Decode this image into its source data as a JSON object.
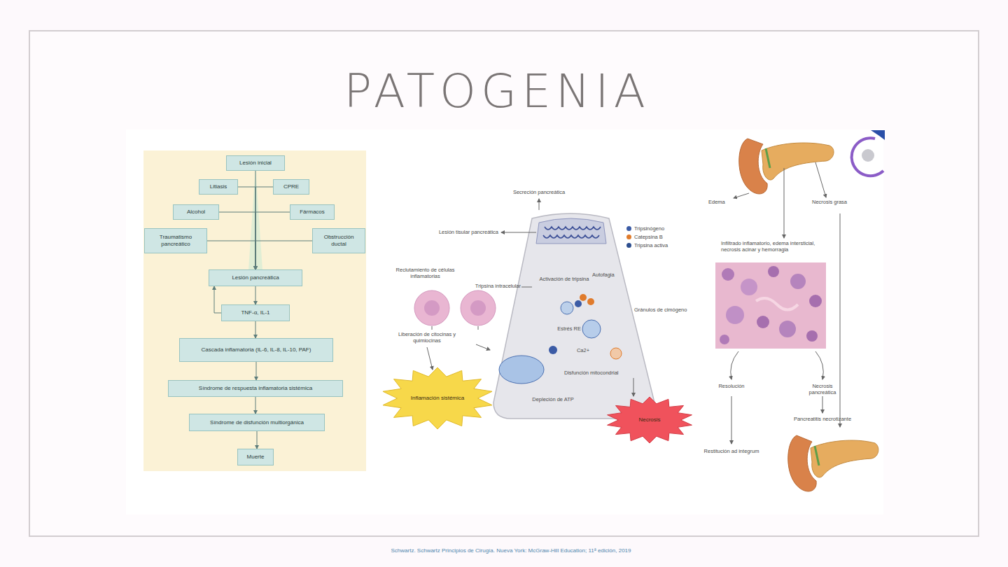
{
  "diagram": {
    "title": "PATOGENIA",
    "caption": "Schwartz. Schwartz Principios de Cirugía. Nueva York: McGraw-Hill Education; 11ª edición, 2019",
    "nodes": [
      {
        "text": [
          "Lesión inicial"
        ]
      },
      {
        "text": [
          "Litiasis"
        ]
      },
      {
        "text": [
          "CPRE"
        ]
      },
      {
        "text": [
          "Alcohol"
        ]
      },
      {
        "text": [
          "Fármacos"
        ]
      },
      {
        "text": [
          "Traumatismo pancreático"
        ]
      },
      {
        "text": [
          "Obstrucción ductal"
        ]
      },
      {
        "text": [
          "Lesión pancreática"
        ]
      },
      {
        "text": [
          "TNF-α, IL-1"
        ]
      },
      {
        "text": [
          "Cascada inflamatoria (IL-6, IL-8, IL-10, PAF)"
        ]
      },
      {
        "text": [
          "Síndrome de respuesta inflamatoria sistémica"
        ]
      },
      {
        "text": [
          "Síndrome de disfunción multiorgánica"
        ]
      },
      {
        "text": [
          "Muerte"
        ]
      },
      {
        "text": [
          "Inflamación sistémica"
        ]
      },
      {
        "text": [
          "Necrosis"
        ]
      }
    ],
    "edges": [
      {
        "from": 0,
        "to": 7,
        "arrow": "to"
      },
      {
        "from": 1,
        "to": 7,
        "arrow": "to"
      },
      {
        "from": 2,
        "to": 7,
        "arrow": "to"
      },
      {
        "from": 3,
        "to": 7,
        "arrow": "to"
      },
      {
        "from": 4,
        "to": 7,
        "arrow": "to"
      },
      {
        "from": 5,
        "to": 7,
        "arrow": "to"
      },
      {
        "from": 6,
        "to": 7,
        "arrow": "to"
      },
      {
        "from": 7,
        "to": 8,
        "arrow": "to"
      },
      {
        "from": 8,
        "to": 7,
        "arrow": "to"
      },
      {
        "from": 8,
        "to": 9,
        "arrow": "to"
      },
      {
        "from": 9,
        "to": 10,
        "arrow": "to"
      },
      {
        "from": 10,
        "to": 11,
        "arrow": "to"
      },
      {
        "from": 11,
        "to": 12,
        "arrow": "to"
      }
    ],
    "labels": [
      "Secreción pancreática",
      "Lesión tisular pancreática",
      "Reclutamiento de células inflamatorias",
      "Tripsina intracelular",
      "Liberación de citocinas y quimiocinas",
      "Activación de tripsina",
      "Autofagia",
      "Gránulos de cimógeno",
      "Estrés RE",
      "Ca2+",
      "Disfunción mitocondrial",
      "Depleción de ATP",
      "Edema",
      "Necrosis grasa",
      "Infiltrado inflamatorio, edema intersticial, necrosis acinar y hemorragia",
      "Resolución",
      "Restitución ad integrum",
      "Necrosis pancreática",
      "Pancreatitis necrotizante"
    ],
    "legend": [
      {
        "text": "Tripsinógeno",
        "color": "#3b5ba5"
      },
      {
        "text": "Catepsina B",
        "color": "#e07b2c"
      },
      {
        "text": "Tripsina activa",
        "color": "#2d4f8f"
      }
    ]
  }
}
